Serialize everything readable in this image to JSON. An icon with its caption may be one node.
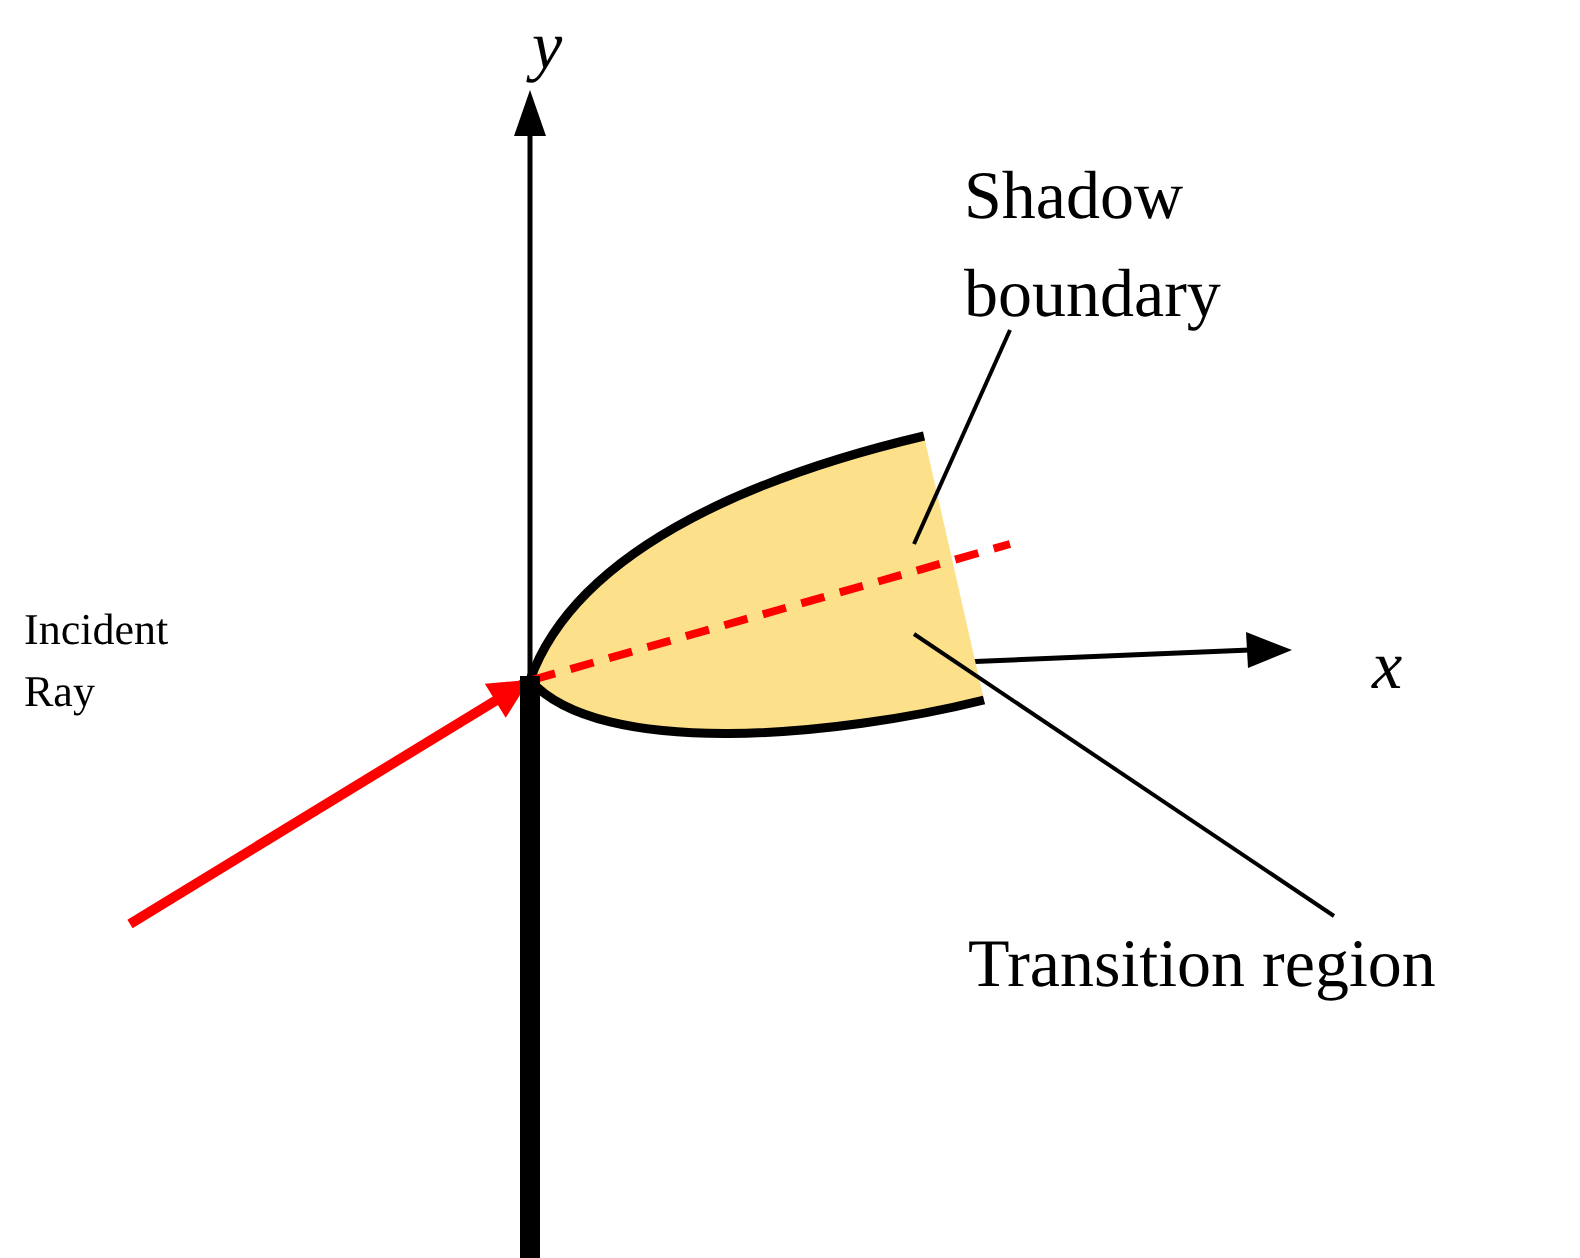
{
  "diagram": {
    "nodes": [
      {
        "text": [
          "Shadow boundary"
        ]
      },
      {
        "text": [
          "Transition region"
        ]
      },
      {
        "text": [],
        "shape": "region"
      },
      {
        "text": [],
        "shape": "bar"
      }
    ],
    "edges": [
      {
        "from": 0,
        "to": 2,
        "arrow": "none"
      },
      {
        "from": 1,
        "to": 2,
        "arrow": "none"
      },
      {
        "from": null,
        "to": 3,
        "arrow": "to",
        "style": "thick",
        "color": "#ff0000"
      },
      {
        "from": 3,
        "to": null,
        "arrow": "none",
        "style": "dashed",
        "color": "#ff0000"
      }
    ],
    "labels": [
      "y",
      "x",
      "Incident Ray"
    ]
  }
}
